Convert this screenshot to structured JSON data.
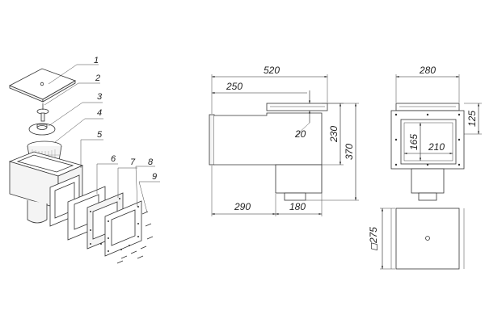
{
  "exploded_view": {
    "labels": [
      "1",
      "2",
      "3",
      "4",
      "5",
      "6",
      "7",
      "8",
      "9"
    ]
  },
  "front_view": {
    "dims": {
      "total_width": "520",
      "top_offset": "250",
      "lip": "20",
      "body_height": "230",
      "total_height": "370",
      "bottom_left": "290",
      "bottom_right": "180"
    }
  },
  "side_view": {
    "dims": {
      "width": "280",
      "top": "125",
      "opening_h": "165",
      "opening_w": "210"
    }
  },
  "plan_view": {
    "dims": {
      "square": "◻275"
    }
  }
}
